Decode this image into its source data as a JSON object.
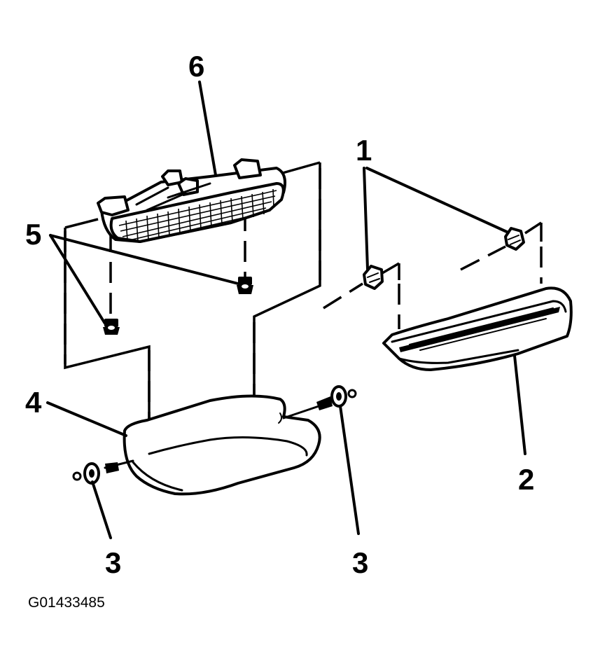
{
  "figure_id": "G01433485",
  "callouts": {
    "c1": "1",
    "c2": "2",
    "c3a": "3",
    "c3b": "3",
    "c4": "4",
    "c5": "5",
    "c6": "6"
  },
  "colors": {
    "ink": "#000000",
    "paper": "#ffffff"
  }
}
